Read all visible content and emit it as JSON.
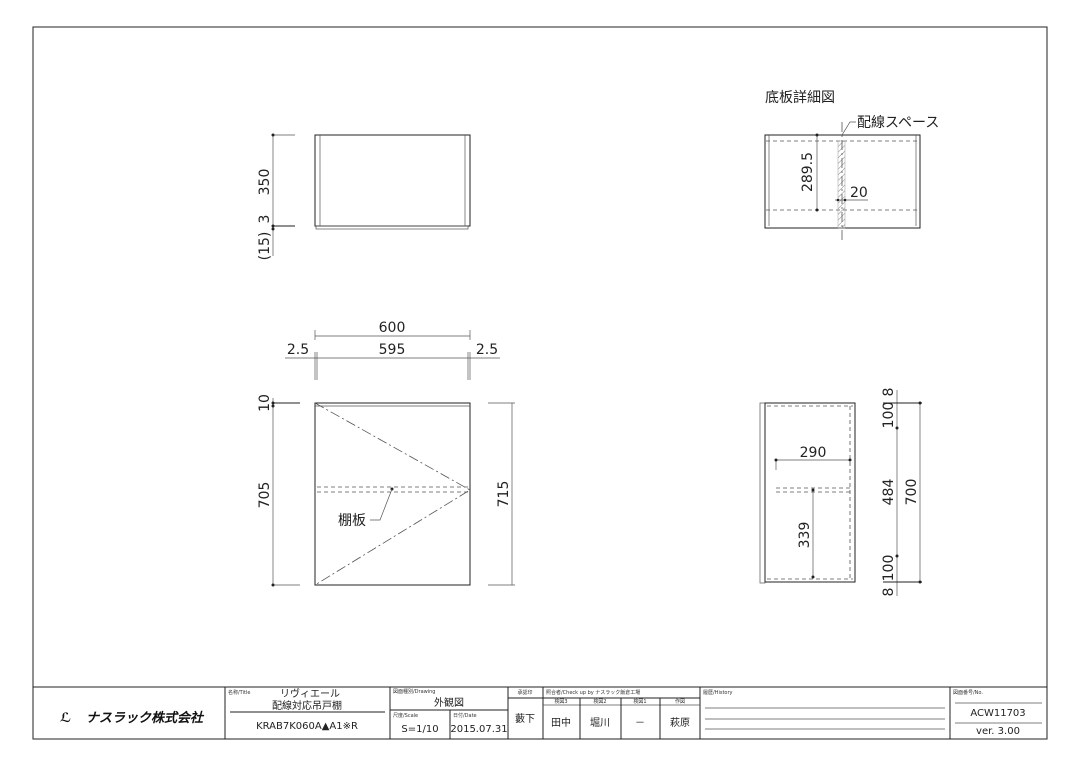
{
  "views": {
    "top": {
      "dims": [
        "350",
        "3",
        "(15)"
      ]
    },
    "front": {
      "dims": {
        "overall_width": "600",
        "inner_width": "595",
        "left_gap": "2.5",
        "right_gap": "2.5",
        "top": "10",
        "height_left": "705",
        "height_right": "715"
      },
      "shelf_label": "棚板"
    },
    "detail": {
      "title": "底板詳細図",
      "space_label": "配線スペース",
      "dims": {
        "depth": "289.5",
        "space_width": "20"
      }
    },
    "side": {
      "dims": {
        "top_8": "8",
        "top_100": "100",
        "middle": "484",
        "overall": "700",
        "bottom_100": "100",
        "bottom_8": "8",
        "shelf_depth": "290",
        "shelf_height": "339"
      }
    }
  },
  "title_block": {
    "company": "ナスラック株式会社",
    "title_label": "名称/Title",
    "title_1": "リヴィエール",
    "title_2": "配線対応吊戸棚",
    "model": "KRAB7K060A▲A1※R",
    "drawing_label": "図面種別/Drawing",
    "drawing": "外観図",
    "scale_label": "尺度/Scale",
    "scale": "S=1/10",
    "date_label": "日付/Date",
    "date": "2015.07.31",
    "approval_label": "承認印",
    "approver": "藪下",
    "check_label": "照合者/Check up by ナスラック飯倉工場",
    "checkers": [
      {
        "role": "検図3",
        "name": "田中"
      },
      {
        "role": "検図2",
        "name": "堀川"
      },
      {
        "role": "検図1",
        "name": "－"
      },
      {
        "role": "作図",
        "name": "萩原"
      }
    ],
    "history_label": "履歴/History",
    "number_label": "図面番号/No.",
    "number": "ACW11703",
    "version": "ver. 3.00"
  }
}
